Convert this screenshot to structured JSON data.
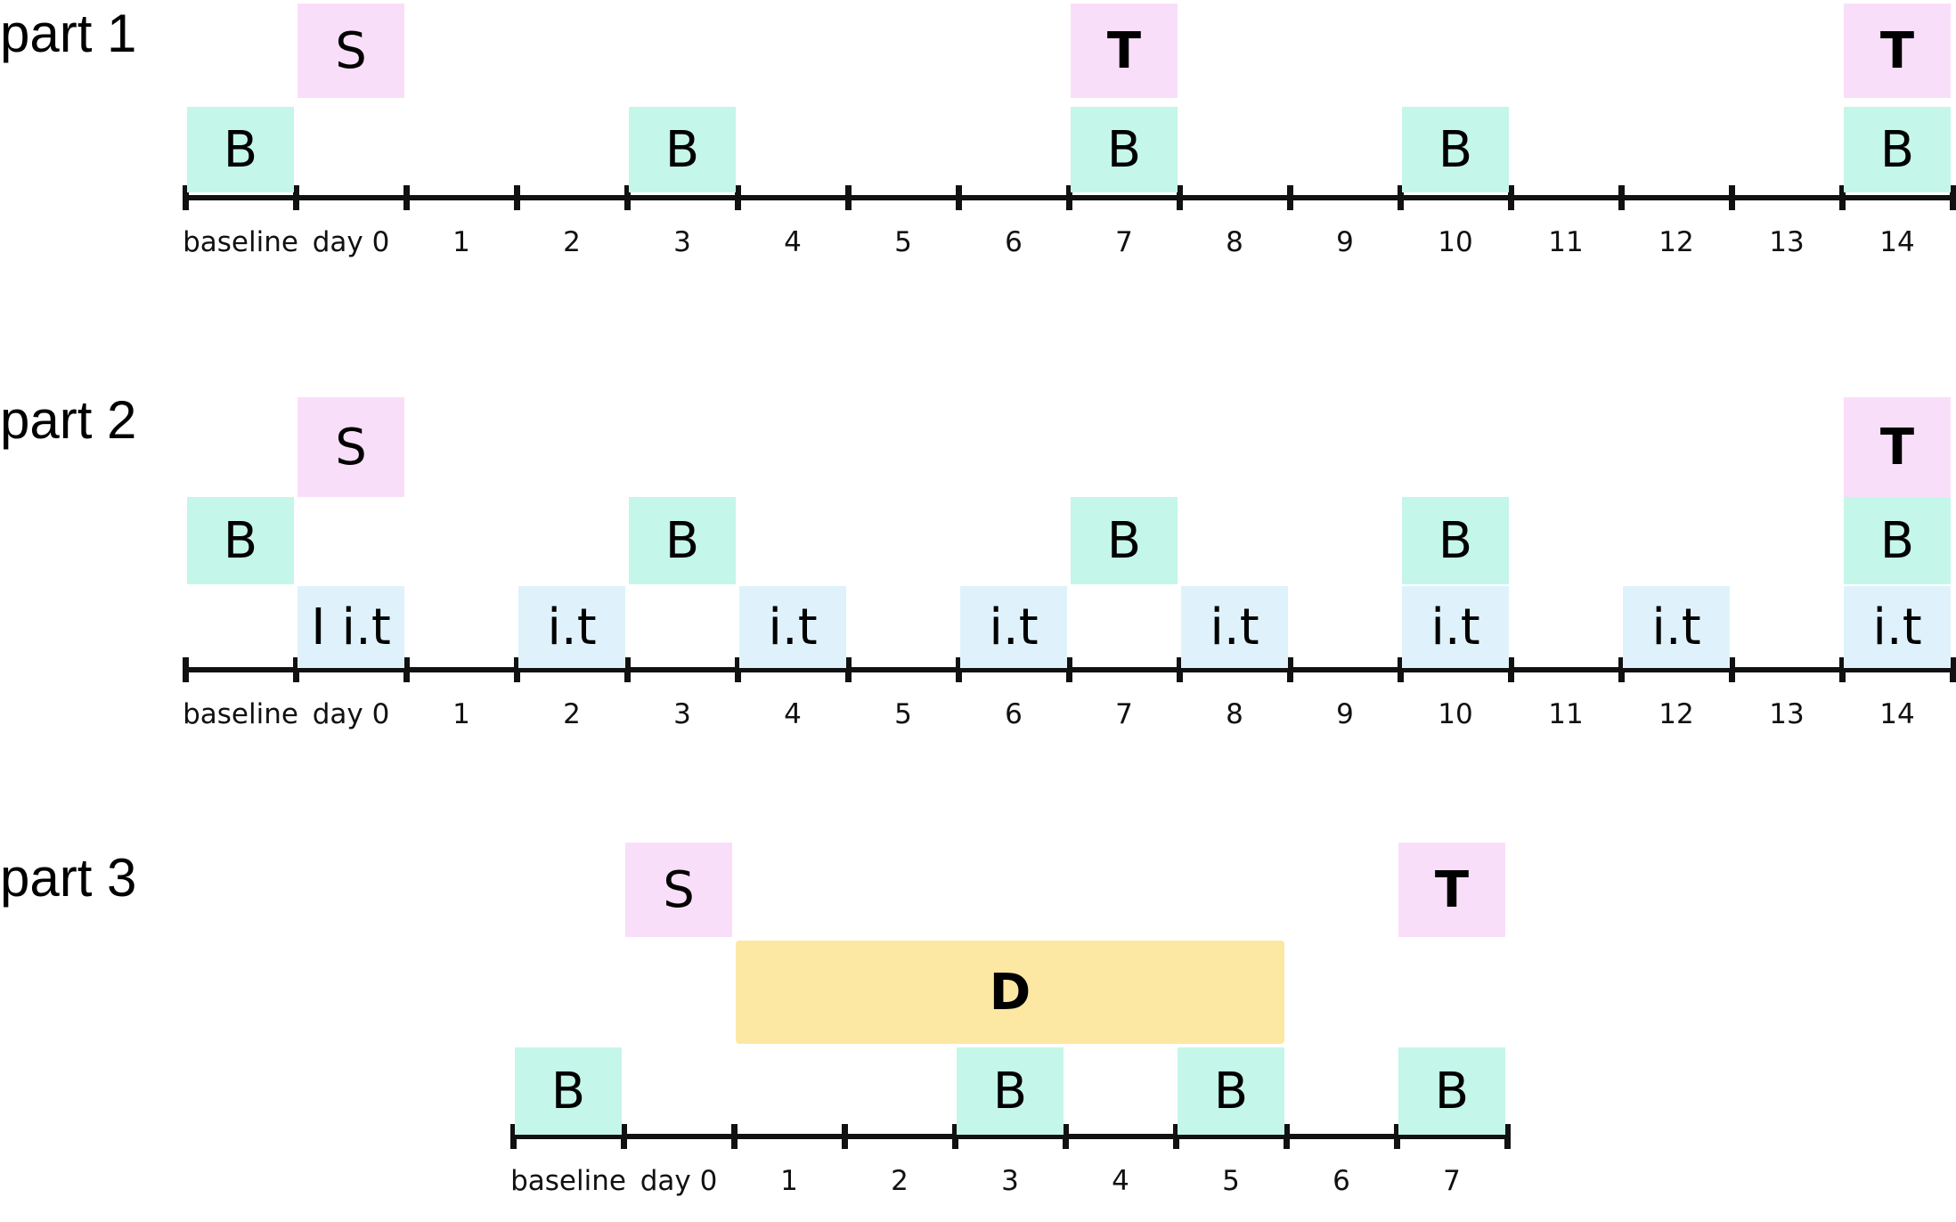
{
  "diagram": {
    "parts": [
      {
        "label": "part 1",
        "days": [
          "baseline",
          "day 0",
          "1",
          "2",
          "3",
          "4",
          "5",
          "6",
          "7",
          "8",
          "9",
          "10",
          "11",
          "12",
          "13",
          "14"
        ],
        "events": [
          {
            "text": "B",
            "type": "B",
            "day": "baseline"
          },
          {
            "text": "S",
            "type": "S",
            "day": "day 0"
          },
          {
            "text": "B",
            "type": "B",
            "day": "3"
          },
          {
            "text": "T",
            "type": "T",
            "day": "7"
          },
          {
            "text": "B",
            "type": "B",
            "day": "7"
          },
          {
            "text": "B",
            "type": "B",
            "day": "10"
          },
          {
            "text": "T",
            "type": "T",
            "day": "14"
          },
          {
            "text": "B",
            "type": "B",
            "day": "14"
          }
        ]
      },
      {
        "label": "part 2",
        "days": [
          "baseline",
          "day 0",
          "1",
          "2",
          "3",
          "4",
          "5",
          "6",
          "7",
          "8",
          "9",
          "10",
          "11",
          "12",
          "13",
          "14"
        ],
        "events": [
          {
            "text": "B",
            "type": "B",
            "day": "baseline"
          },
          {
            "text": "S",
            "type": "S",
            "day": "day 0"
          },
          {
            "text": "I  i.t",
            "type": "it",
            "day": "day 0"
          },
          {
            "text": "i.t",
            "type": "it",
            "day": "2"
          },
          {
            "text": "B",
            "type": "B",
            "day": "3"
          },
          {
            "text": "i.t",
            "type": "it",
            "day": "4"
          },
          {
            "text": "i.t",
            "type": "it",
            "day": "6"
          },
          {
            "text": "B",
            "type": "B",
            "day": "7"
          },
          {
            "text": "i.t",
            "type": "it",
            "day": "8"
          },
          {
            "text": "B",
            "type": "B",
            "day": "10"
          },
          {
            "text": "i.t",
            "type": "it",
            "day": "10"
          },
          {
            "text": "i.t",
            "type": "it",
            "day": "12"
          },
          {
            "text": "T",
            "type": "T",
            "day": "14"
          },
          {
            "text": "B",
            "type": "B",
            "day": "14"
          },
          {
            "text": "i.t",
            "type": "it",
            "day": "14"
          }
        ]
      },
      {
        "label": "part 3",
        "days": [
          "baseline",
          "day 0",
          "1",
          "2",
          "3",
          "4",
          "5",
          "6",
          "7"
        ],
        "events": [
          {
            "text": "S",
            "type": "S",
            "day": "day 0"
          },
          {
            "text": "T",
            "type": "T",
            "day": "7"
          },
          {
            "text": "D",
            "type": "D",
            "day": "1",
            "end_day": "5"
          },
          {
            "text": "B",
            "type": "B",
            "day": "baseline"
          },
          {
            "text": "B",
            "type": "B",
            "day": "3"
          },
          {
            "text": "B",
            "type": "B",
            "day": "5"
          },
          {
            "text": "B",
            "type": "B",
            "day": "7"
          }
        ]
      }
    ],
    "colors": {
      "B": "#c4f6e9",
      "S": "#f9def9",
      "T": "#f9def9",
      "it": "#dff2fb",
      "D": "#fce8a3",
      "axis": "#111111"
    }
  }
}
